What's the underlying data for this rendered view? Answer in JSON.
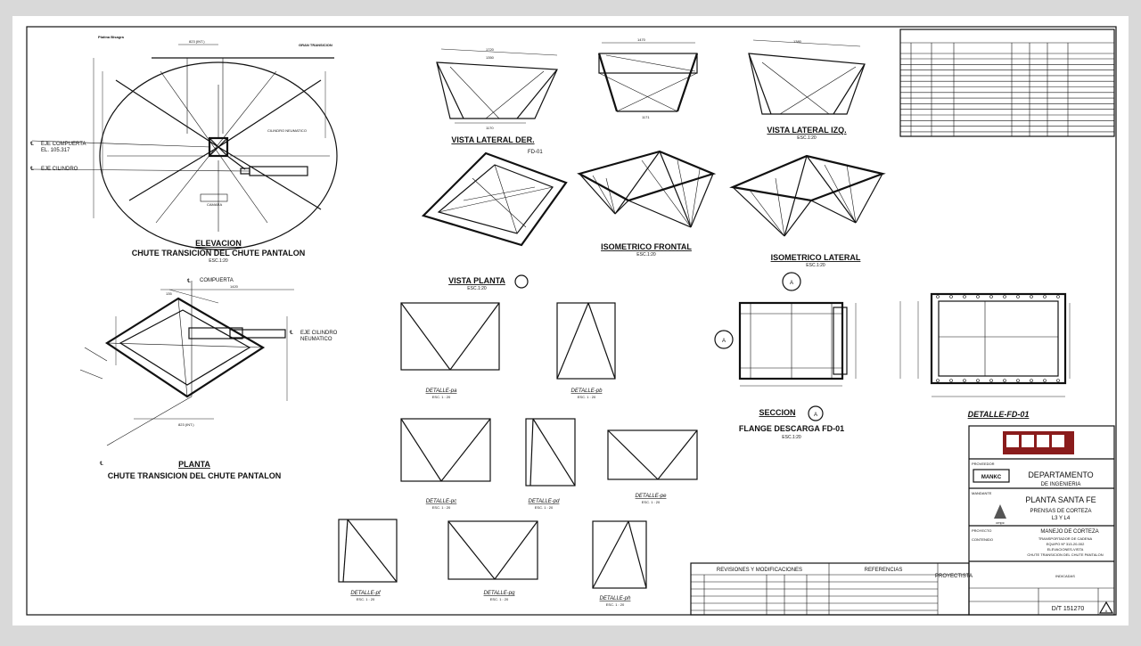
{
  "colors": {
    "sheet": "#ffffff",
    "line": "#111111",
    "logo_red": "#8a1c1c",
    "backdrop": "#d9d9d9"
  },
  "elevation": {
    "title": "ELEVACION",
    "subtitle": "CHUTE TRANSICION DEL CHUTE PANTALON",
    "scale": "ESC.1:20",
    "eje_compuerta": "EJE COMPUERTA",
    "el_value": "EL. 105.317",
    "eje_cilindro": "EJE CILINDRO"
  },
  "plan": {
    "title": "PLANTA",
    "subtitle": "CHUTE TRANSICION DEL CHUTE PANTALON",
    "compuerta": "COMPUERTA",
    "eje_cilindro": "EJE CILINDRO",
    "neumatico": "NEUMATICO",
    "dim_top": "1420",
    "dim_135": "135",
    "dim_bottom": "823 (INT.)"
  },
  "views": {
    "lateral_der": "VISTA LATERAL DER.",
    "lateral_izq": "VISTA LATERAL IZQ.",
    "lateral_izq_scale": "ESC.1:20",
    "planta": "VISTA PLANTA",
    "planta_scale": "ESC.1:20",
    "iso_frontal": "ISOMETRICO FRONTAL",
    "iso_frontal_scale": "ESC.1:20",
    "iso_lateral": "ISOMETRICO LATERAL",
    "iso_lateral_scale": "ESC.1:20",
    "fd_mark": "FD-01",
    "dims": {
      "d1720": "1720",
      "d1350": "1350",
      "d1170": "1170",
      "d1171": "1171",
      "d1470": "1470",
      "d1380": "1380"
    }
  },
  "details": [
    {
      "label": "DETALLE-pa",
      "scale": "ESC. 1 : 20"
    },
    {
      "label": "DETALLE-pb",
      "scale": "ESC. 1 : 20"
    },
    {
      "label": "DETALLE-pc",
      "scale": "ESC. 1 : 20"
    },
    {
      "label": "DETALLE-pd",
      "scale": "ESC. 1 : 20"
    },
    {
      "label": "DETALLE-pe",
      "scale": "ESC. 1 : 20"
    },
    {
      "label": "DETALLE-pf",
      "scale": "ESC. 1 : 20"
    },
    {
      "label": "DETALLE-pg",
      "scale": "ESC. 1 : 20"
    },
    {
      "label": "DETALLE-ph",
      "scale": "ESC. 1 : 20"
    }
  ],
  "flange": {
    "seccion": "SECCION",
    "title": "FLANGE DESCARGA FD-01",
    "scale": "ESC.1:20",
    "detail": "DETALLE-FD-01",
    "marker": "A"
  },
  "title_block": {
    "proveedor_label": "PROVEEDOR",
    "proveedor_logo": "MANKC",
    "department": "DEPARTAMENTO",
    "department2": "DE INGENIERIA",
    "mandante_label": "MANDANTE",
    "plant": "PLANTA SANTA FE",
    "prensas": "PRENSAS DE CORTEZA",
    "lines": "L3 Y L4",
    "cmpc": "cmpc",
    "proyecto_label": "PROYECTO",
    "proyecto": "MANEJO DE CORTEZA",
    "contenido_label": "CONTENIDO",
    "contenido": [
      "TRANSPORTADOR DE CADENA",
      "EQUIPO Nº 313-20-002",
      "ELEVACIONES-VISTA",
      "CHUTE TRANSICION DEL CHUTE PANTALON"
    ],
    "revisiones": "REVISIONES Y MODIFICACIONES",
    "referencias": "REFERENCIAS",
    "proyectista": "PROYECTISTA",
    "indicadas": "INDICADAS",
    "dt_number": "D/T 151270",
    "sheet_marker": "A"
  }
}
